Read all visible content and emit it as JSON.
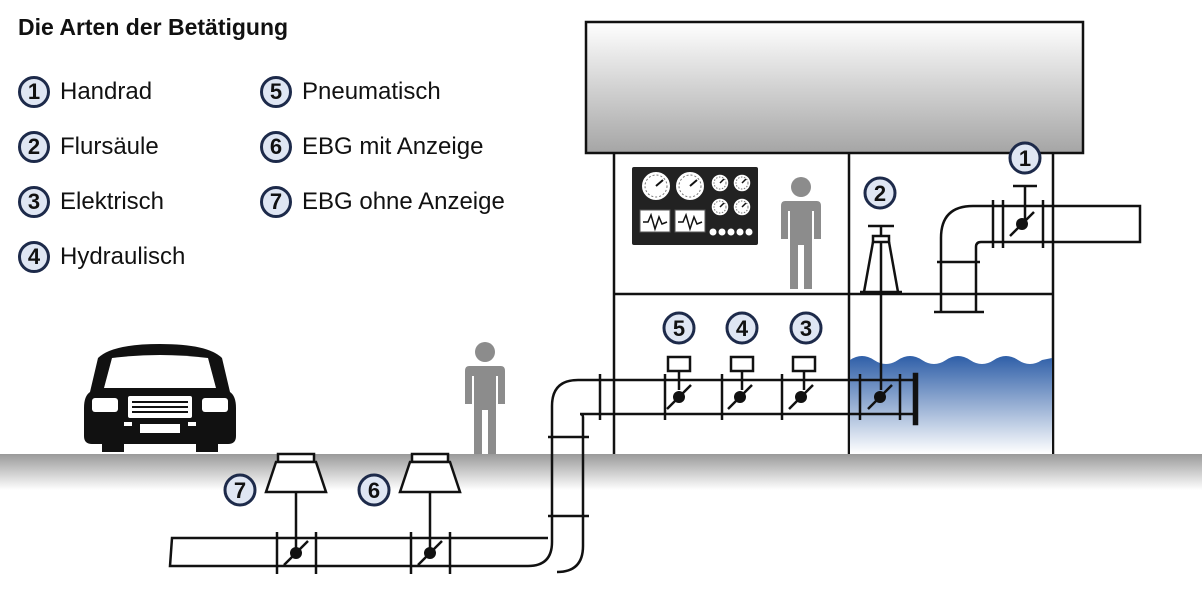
{
  "title": "Die Arten der Betätigung",
  "legend": [
    {
      "num": "1",
      "label": "Handrad"
    },
    {
      "num": "2",
      "label": "Flursäule"
    },
    {
      "num": "3",
      "label": "Elektrisch"
    },
    {
      "num": "4",
      "label": "Hydraulisch"
    },
    {
      "num": "5",
      "label": "Pneumatisch"
    },
    {
      "num": "6",
      "label": "EBG mit Anzeige"
    },
    {
      "num": "7",
      "label": "EBG ohne Anzeige"
    }
  ],
  "colors": {
    "ground": "#a9a9a9",
    "roof": "#a5a5a5",
    "water": "#4f7fc0",
    "marker_fill": "#dfe6f3",
    "marker_border": "#1d2a4a",
    "person": "#8c8c8c",
    "line": "#111111"
  },
  "icons": [
    "car-icon",
    "person-icon",
    "valve-icon",
    "handwheel-icon",
    "floor-column-icon",
    "actuator-icon",
    "surface-box-icon",
    "control-panel-icon",
    "gauge-icon"
  ]
}
